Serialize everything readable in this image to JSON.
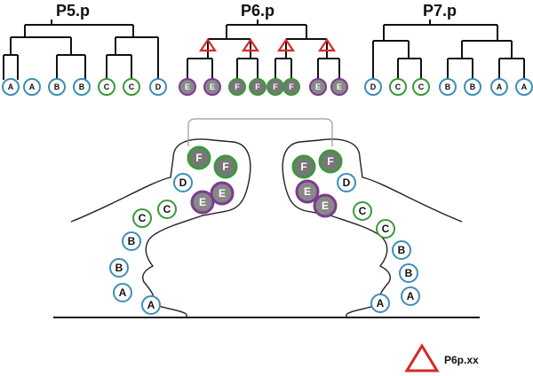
{
  "trees": [
    {
      "title": "P5.p",
      "cells": [
        "A",
        "A",
        "B",
        "B",
        "C",
        "C",
        "D"
      ]
    },
    {
      "title": "P6.p",
      "cells": [
        "E",
        "E",
        "F",
        "F",
        "F",
        "F",
        "E",
        "E"
      ]
    },
    {
      "title": "P7.p",
      "cells": [
        "D",
        "C",
        "C",
        "B",
        "B",
        "A",
        "A"
      ]
    }
  ],
  "colors": {
    "A": {
      "stroke": "#3d8fb5",
      "fill": "#ffffff",
      "text": "#111111"
    },
    "B": {
      "stroke": "#3d8fb5",
      "fill": "#ffffff",
      "text": "#111111"
    },
    "C": {
      "stroke": "#3a9a3a",
      "fill": "#ffffff",
      "text": "#111111"
    },
    "D": {
      "stroke": "#3d8fb5",
      "fill": "#ffffff",
      "text": "#111111"
    },
    "E": {
      "stroke": "#7b3c8e",
      "fill": "#888888",
      "text": "#ffffff"
    },
    "F": {
      "stroke": "#3a9a3a",
      "fill": "#777777",
      "text": "#ffffff"
    },
    "marker": "#d62828"
  },
  "vulva": {
    "left_cells": [
      "F",
      "F",
      "D",
      "E",
      "E",
      "C",
      "C",
      "B",
      "B",
      "A",
      "A"
    ],
    "right_cells": [
      "F",
      "F",
      "D",
      "E",
      "E",
      "C",
      "C",
      "B",
      "B",
      "A",
      "A"
    ]
  },
  "legend": {
    "label": "P6p.xx",
    "icon": "triangle-marker-icon"
  }
}
